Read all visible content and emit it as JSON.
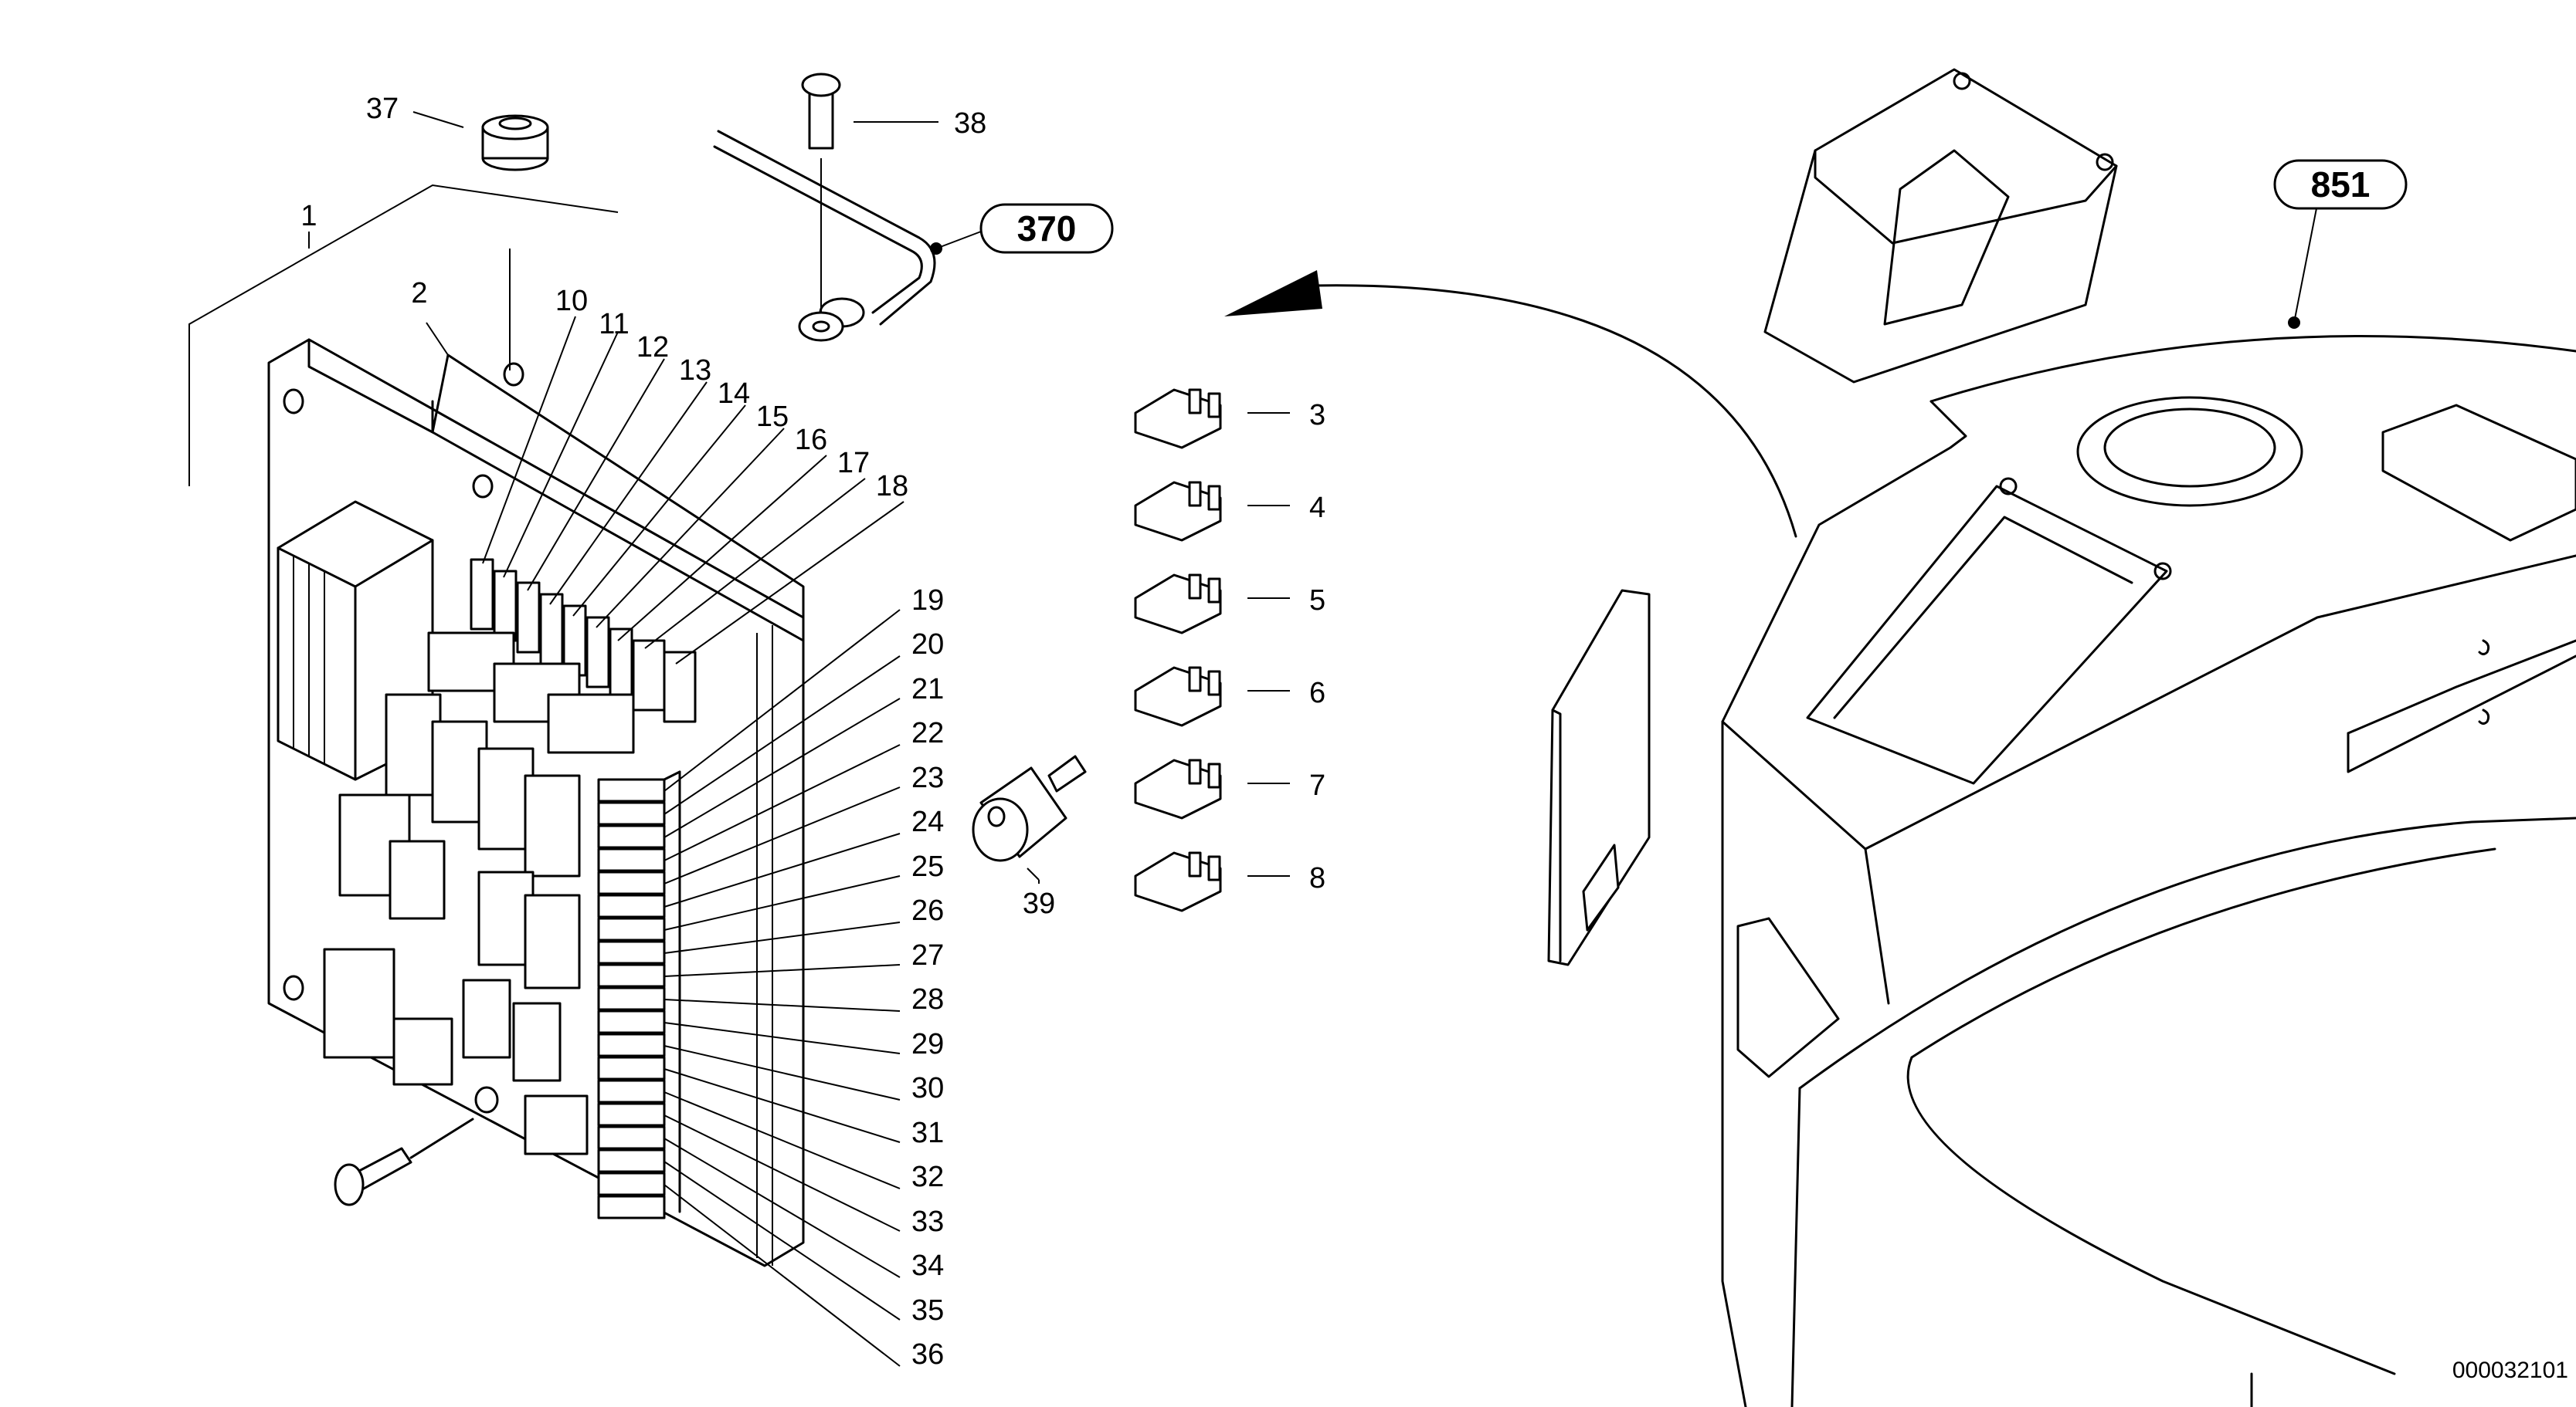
{
  "title": "",
  "callouts": {
    "p1": "1",
    "p2": "2",
    "p3": "3",
    "p4": "4",
    "p5": "5",
    "p6": "6",
    "p7": "7",
    "p8": "8",
    "p10": "10",
    "p11": "11",
    "p12": "12",
    "p13": "13",
    "p14": "14",
    "p15": "15",
    "p16": "16",
    "p17": "17",
    "p18": "18",
    "p19": "19",
    "p20": "20",
    "p21": "21",
    "p22": "22",
    "p23": "23",
    "p24": "24",
    "p25": "25",
    "p26": "26",
    "p27": "27",
    "p28": "28",
    "p29": "29",
    "p30": "30",
    "p31": "31",
    "p32": "32",
    "p33": "33",
    "p34": "34",
    "p35": "35",
    "p36": "36",
    "p37": "37",
    "p38": "38",
    "p39": "39"
  },
  "references": {
    "ref370": "370",
    "ref851": "851"
  },
  "document_id": "000032101"
}
